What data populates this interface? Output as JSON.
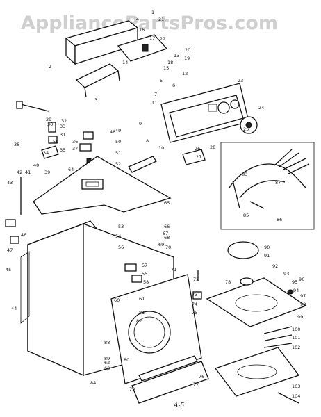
{
  "watermark": "AppliancePartsPros.com",
  "figure_code": "A-5",
  "labels": {
    "top": [
      "1",
      "2",
      "3",
      "4",
      "5",
      "6",
      "7",
      "8",
      "9",
      "10",
      "11",
      "12",
      "13",
      "14",
      "15",
      "16",
      "17",
      "18",
      "19",
      "20",
      "21",
      "22",
      "23",
      "24",
      "25",
      "26",
      "27",
      "28"
    ],
    "middle": [
      "29",
      "30",
      "31",
      "32",
      "33",
      "34",
      "35",
      "36",
      "37",
      "38",
      "39",
      "40",
      "41",
      "42",
      "43",
      "44",
      "45",
      "46",
      "47",
      "48",
      "49",
      "50",
      "51",
      "52",
      "53",
      "54",
      "55",
      "56",
      "57",
      "58",
      "59",
      "60",
      "61",
      "62",
      "63",
      "64",
      "65",
      "66",
      "67",
      "68",
      "69",
      "70",
      "71",
      "72",
      "73",
      "74"
    ],
    "bottom": [
      "75",
      "76",
      "77",
      "78",
      "79",
      "80",
      "81",
      "82",
      "83",
      "84",
      "85",
      "86",
      "87",
      "88",
      "89",
      "90",
      "91",
      "92",
      "93",
      "94",
      "95",
      "96",
      "97",
      "98",
      "99",
      "100",
      "101",
      "102",
      "103",
      "104"
    ]
  }
}
